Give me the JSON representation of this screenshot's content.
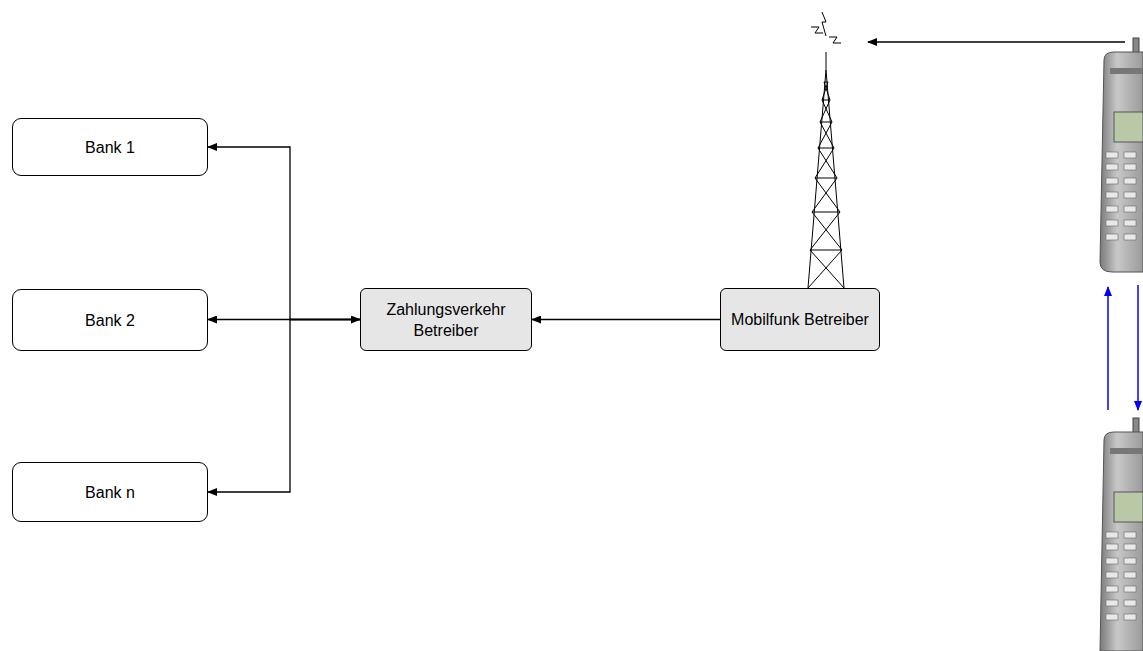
{
  "diagram": {
    "nodes": [
      {
        "text": [
          "Bank 1"
        ]
      },
      {
        "text": [
          "Bank 2"
        ]
      },
      {
        "text": [
          "Bank n"
        ]
      },
      {
        "text": [
          "Zahlungsverkehr Betreiber"
        ]
      },
      {
        "text": [
          "Mobilfunk Betreiber"
        ]
      }
    ],
    "edges": [
      {
        "from": 3,
        "to": 0,
        "arrow": "to"
      },
      {
        "from": 3,
        "to": 1,
        "arrow": "both"
      },
      {
        "from": 3,
        "to": 2,
        "arrow": "to"
      },
      {
        "from": 4,
        "to": 3,
        "arrow": "to"
      }
    ]
  }
}
